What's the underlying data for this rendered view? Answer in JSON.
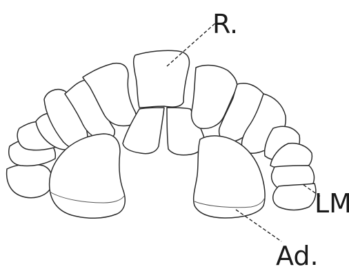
{
  "figure": {
    "labels": {
      "r": "R.",
      "lm": "LM.",
      "ad": "Ad."
    }
  }
}
